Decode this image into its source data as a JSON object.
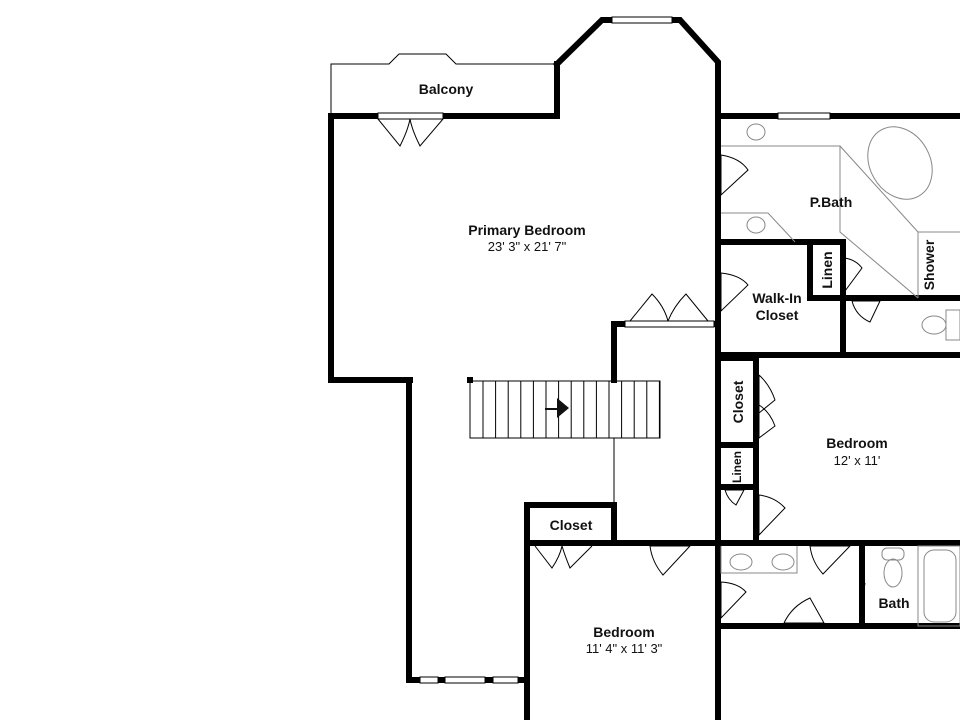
{
  "rooms": {
    "balcony": {
      "name": "Balcony"
    },
    "primary_bedroom": {
      "name": "Primary Bedroom",
      "dimensions": "23' 3\" x 21' 7\""
    },
    "primary_bath": {
      "name": "P.Bath"
    },
    "shower": {
      "name": "Shower"
    },
    "linen_primary": {
      "name": "Linen"
    },
    "walk_in_closet": {
      "name_line1": "Walk-In",
      "name_line2": "Closet"
    },
    "closet_bedroom2": {
      "name": "Closet"
    },
    "linen_hall": {
      "name": "Linen"
    },
    "bedroom2": {
      "name": "Bedroom",
      "dimensions": "12' x 11'"
    },
    "hall_closet": {
      "name": "Closet"
    },
    "bedroom3": {
      "name": "Bedroom",
      "dimensions": "11' 4\" x 11' 3\""
    },
    "bath": {
      "name": "Bath"
    }
  },
  "colors": {
    "wall": "#000000",
    "background": "#ffffff"
  }
}
